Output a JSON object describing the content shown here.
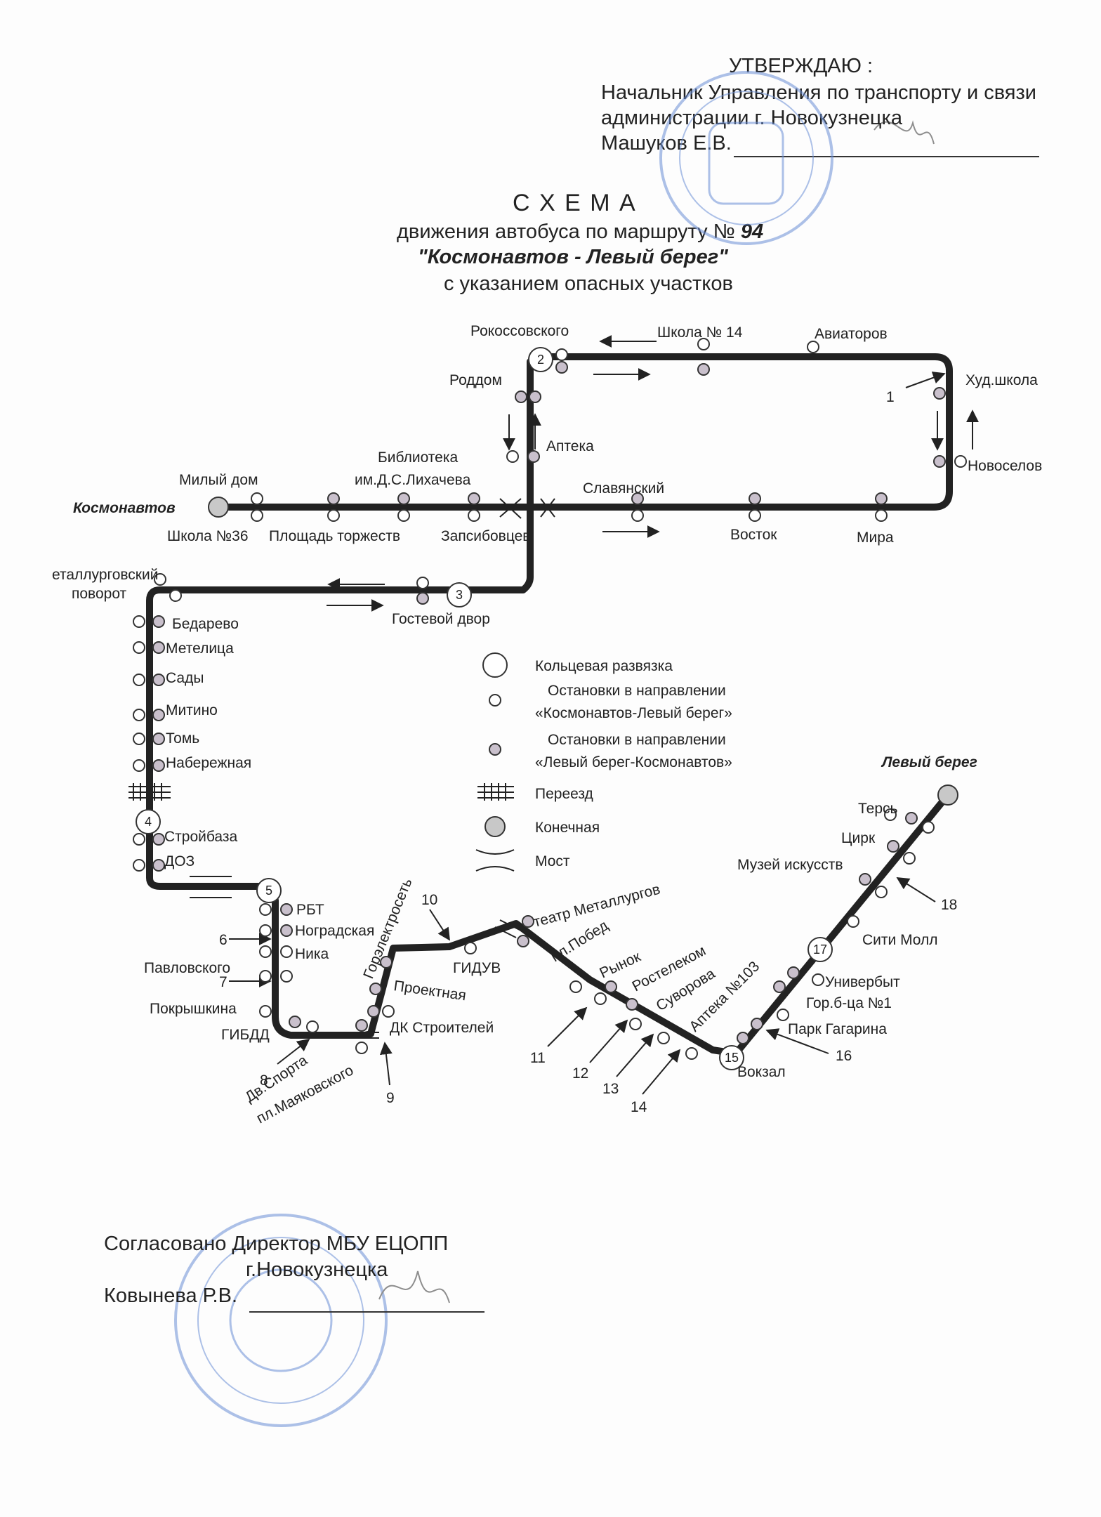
{
  "approval": {
    "approve": "УТВЕРЖДАЮ :",
    "line1": "Начальник Управления по транспорту и связи",
    "line2": "администрации  г. Новокузнецка",
    "line3": "Машуков Е.В."
  },
  "title": {
    "word": "С Х Е М А",
    "line1": "движения автобуса по маршруту №",
    "number": "94",
    "line2": "\"Космонавтов  -  Левый  берег\"",
    "line3": "с указанием опасных участков"
  },
  "colors": {
    "stop_dir1": "#ffffff",
    "stop_dir2": "#c9c0cc",
    "route": "#222222",
    "terminal": "#c8c8c8"
  },
  "termini": {
    "start": "Космонавтов",
    "end": "Левый берег"
  },
  "stops": {
    "milyi_dom": "Милый дом",
    "shkola36": "Школа №36",
    "ploshchad_torzhestv": "Площадь торжеств",
    "biblioteka1": "Библиотека",
    "biblioteka2": "им.Д.С.Лихачева",
    "zapsibovtsev": "Запсибовцев",
    "roddom": "Роддом",
    "apteka": "Аптека",
    "rokossovskogo": "Рокоссовского",
    "shkola14": "Школа № 14",
    "aviatorov": "Авиаторов",
    "hud_shkola": "Худ.школа",
    "novoselov": "Новоселов",
    "slavyanskiy": "Славянский",
    "vostok": "Восток",
    "mira": "Мира",
    "metallurgovskiy": "еталлурговский",
    "povorot": "поворот",
    "gostevoy_dvor": "Гостевой двор",
    "bedarevo": "Бедарево",
    "metelitsa": "Метелица",
    "sady": "Сады",
    "mitino": "Митино",
    "tom": "Томь",
    "naberezhnaya": "Набережная",
    "stroybaza": "Стройбаза",
    "doz": "ДОЗ",
    "rbt": "РБТ",
    "nogradskaya": "Ноградская",
    "nika": "Ника",
    "pavlovskogo": "Павловского",
    "pokryshkina": "Покрышкина",
    "gibdd": "ГИБДД",
    "dv_sporta": "Дв.Спорта",
    "pl_mayakovskogo": "пл.Маяковского",
    "gorelektroset": "Горэлектросеть",
    "proektnaya": "Проектная",
    "dk_stroiteley": "ДК Строителей",
    "giduv": "ГИДУВ",
    "teatr": "театр Металлургов",
    "pl_pobed": "пл.Побед",
    "rynok": "Рынок",
    "rostelekom": "Ростелеком",
    "suvorova": "Суворова",
    "apteka103": "Аптека №103",
    "vokzal": "Вокзал",
    "park_gagarina": "Парк Гагарина",
    "gor_b_tsa": "Гор.б-ца №1",
    "univerbyt": "Универбыт",
    "siti_moll": "Сити Молл",
    "muzey": "Музей искусств",
    "tsirk": "Цирк",
    "ters": "Терсь"
  },
  "junctions": [
    "2",
    "3",
    "4",
    "5",
    "15",
    "17"
  ],
  "hazards": [
    "1",
    "6",
    "7",
    "8",
    "9",
    "10",
    "11",
    "12",
    "13",
    "14",
    "16",
    "18"
  ],
  "legend": {
    "roundabout": "Кольцевая развязка",
    "dir1_a": "Остановки в направлении",
    "dir1_b": "«Космонавтов-Левый берег»",
    "dir2_a": "Остановки в направлении",
    "dir2_b": "«Левый берег-Космонавтов»",
    "crossing": "Переезд",
    "terminal": "Конечная",
    "bridge": "Мост"
  },
  "agreement": {
    "line1": "Согласовано  Директор  МБУ ЕЦОПП",
    "line2": "г.Новокузнецка",
    "line3": "Ковынева Р.В."
  }
}
